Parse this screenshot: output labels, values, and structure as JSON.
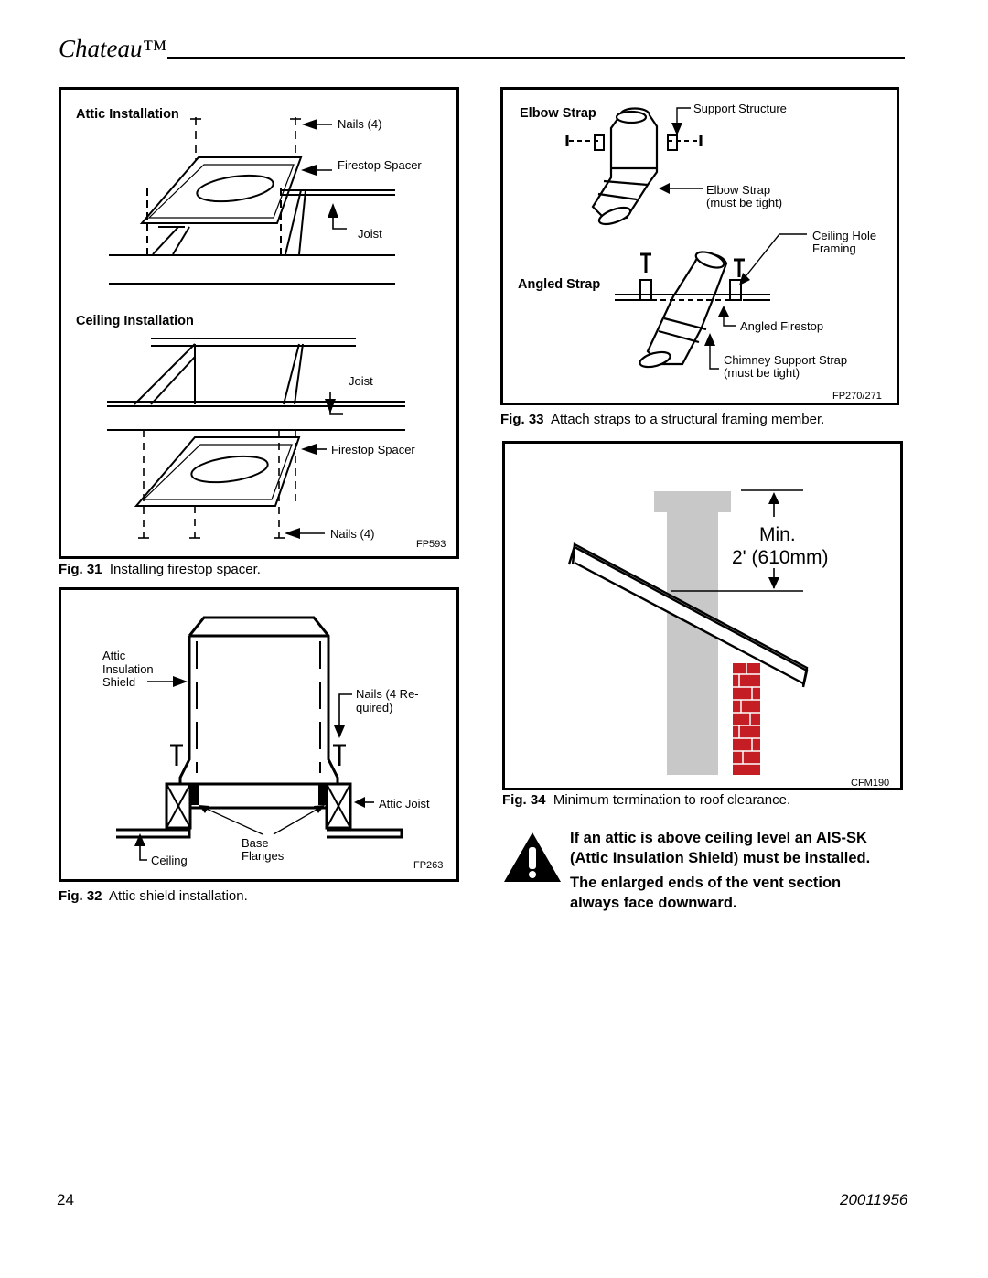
{
  "header": {
    "title": "Chateau™"
  },
  "fig31": {
    "attic_heading": "Attic Installation",
    "ceiling_heading": "Ceiling Installation",
    "nails_top": "Nails (4)",
    "firestop_top": "Firestop Spacer",
    "joist_top": "Joist",
    "joist_bottom": "Joist",
    "firestop_bottom": "Firestop Spacer",
    "nails_bottom": "Nails (4)",
    "code": "FP593",
    "caption_num": "Fig. 31",
    "caption_text": "Installing firestop spacer."
  },
  "fig32": {
    "attic_shield_1": "Attic",
    "attic_shield_2": "Insulation",
    "attic_shield_3": "Shield",
    "nails_1": "Nails (4 Re-",
    "nails_2": "quired)",
    "attic_joist": "Attic Joist",
    "base_1": "Base",
    "base_2": "Flanges",
    "ceiling": "Ceiling",
    "code": "FP263",
    "caption_num": "Fig. 32",
    "caption_text": "Attic shield installation."
  },
  "fig33": {
    "elbow_strap_heading": "Elbow Strap",
    "support_structure": "Support Structure",
    "elbow_strap_1": "Elbow Strap",
    "elbow_strap_2": "(must be tight)",
    "ceiling_hole_1": "Ceiling Hole",
    "ceiling_hole_2": "Framing",
    "angled_strap_heading": "Angled Strap",
    "angled_firestop": "Angled Firestop",
    "chimney_strap_1": "Chimney Support Strap",
    "chimney_strap_2": "(must be tight)",
    "code": "FP270/271",
    "caption_num": "Fig. 33",
    "caption_text": "Attach straps to a structural framing member."
  },
  "fig34": {
    "min_label": "Min.",
    "dim_label": "2' (610mm)",
    "code": "CFM190",
    "caption_num": "Fig. 34",
    "caption_text": "Minimum termination to roof clearance."
  },
  "warnings": {
    "line1": "If an attic is above ceiling level an AIS-SK",
    "line2": "(Attic Insulation Shield) must be installed.",
    "line3": "The enlarged ends of the vent section",
    "line4": "always face downward."
  },
  "footer": {
    "page_number": "24",
    "doc_number": "20011956"
  },
  "colors": {
    "brick": "#c41e24",
    "pipe_gray": "#c8c8c8"
  }
}
